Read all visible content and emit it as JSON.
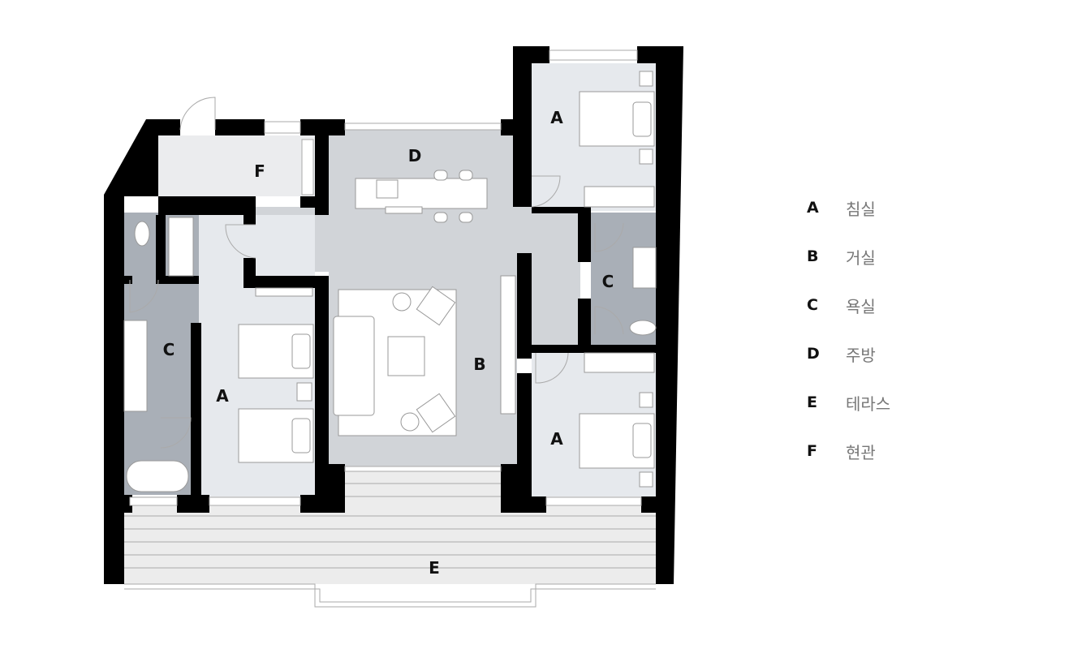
{
  "plan": {
    "rooms": {
      "bedroom_top_right": "A",
      "bedroom_bottom_right": "A",
      "bedroom_left": "A",
      "living": "B",
      "bath_right": "C",
      "bath_left": "C",
      "kitchen": "D",
      "terrace": "E",
      "entrance": "F"
    },
    "colors": {
      "wall": "#000000",
      "entrance": "#ebecee",
      "living": "#d1d4d8",
      "bedroom": "#e6e9ed",
      "bath": "#a9afb7",
      "terrace": "#ececec"
    }
  },
  "legend": [
    {
      "key": "A",
      "label": "침실"
    },
    {
      "key": "B",
      "label": "거실"
    },
    {
      "key": "C",
      "label": "욕실"
    },
    {
      "key": "D",
      "label": "주방"
    },
    {
      "key": "E",
      "label": "테라스"
    },
    {
      "key": "F",
      "label": "현관"
    }
  ]
}
